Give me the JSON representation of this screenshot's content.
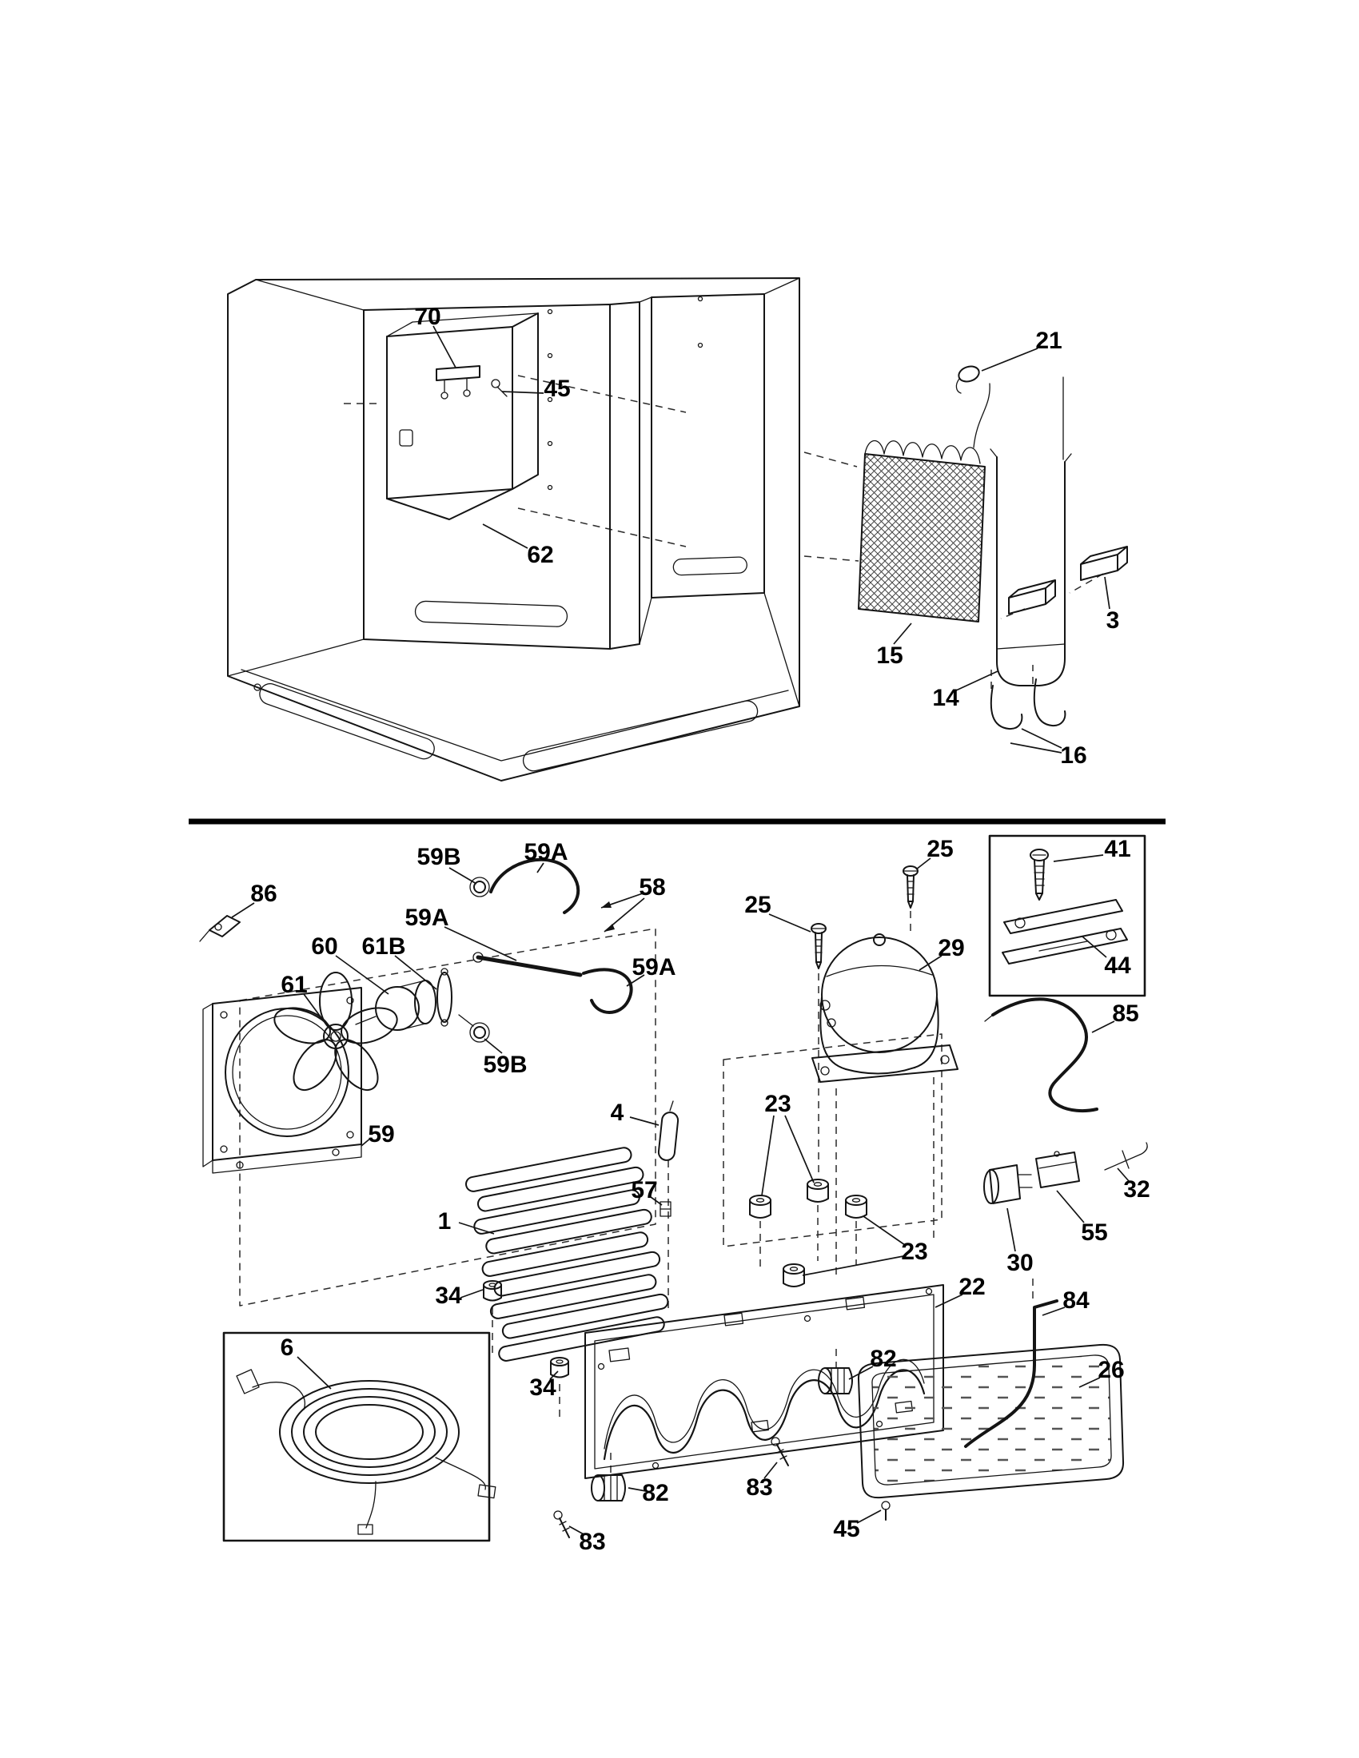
{
  "canvas": {
    "background": "#ffffff",
    "ink": "#000000"
  },
  "callouts": [
    {
      "label": "70"
    },
    {
      "label": "45"
    },
    {
      "label": "21"
    },
    {
      "label": "62"
    },
    {
      "label": "3"
    },
    {
      "label": "15"
    },
    {
      "label": "14"
    },
    {
      "label": "16"
    },
    {
      "label": "86"
    },
    {
      "label": "59B"
    },
    {
      "label": "59A"
    },
    {
      "label": "58"
    },
    {
      "label": "59A"
    },
    {
      "label": "60"
    },
    {
      "label": "61B"
    },
    {
      "label": "25"
    },
    {
      "label": "25"
    },
    {
      "label": "41"
    },
    {
      "label": "29"
    },
    {
      "label": "44"
    },
    {
      "label": "85"
    },
    {
      "label": "61"
    },
    {
      "label": "59A"
    },
    {
      "label": "59B"
    },
    {
      "label": "4"
    },
    {
      "label": "23"
    },
    {
      "label": "32"
    },
    {
      "label": "59"
    },
    {
      "label": "55"
    },
    {
      "label": "57"
    },
    {
      "label": "1"
    },
    {
      "label": "30"
    },
    {
      "label": "23"
    },
    {
      "label": "22"
    },
    {
      "label": "34"
    },
    {
      "label": "84"
    },
    {
      "label": "6"
    },
    {
      "label": "82"
    },
    {
      "label": "26"
    },
    {
      "label": "34"
    },
    {
      "label": "83"
    },
    {
      "label": "82"
    },
    {
      "label": "45"
    },
    {
      "label": "83"
    }
  ]
}
